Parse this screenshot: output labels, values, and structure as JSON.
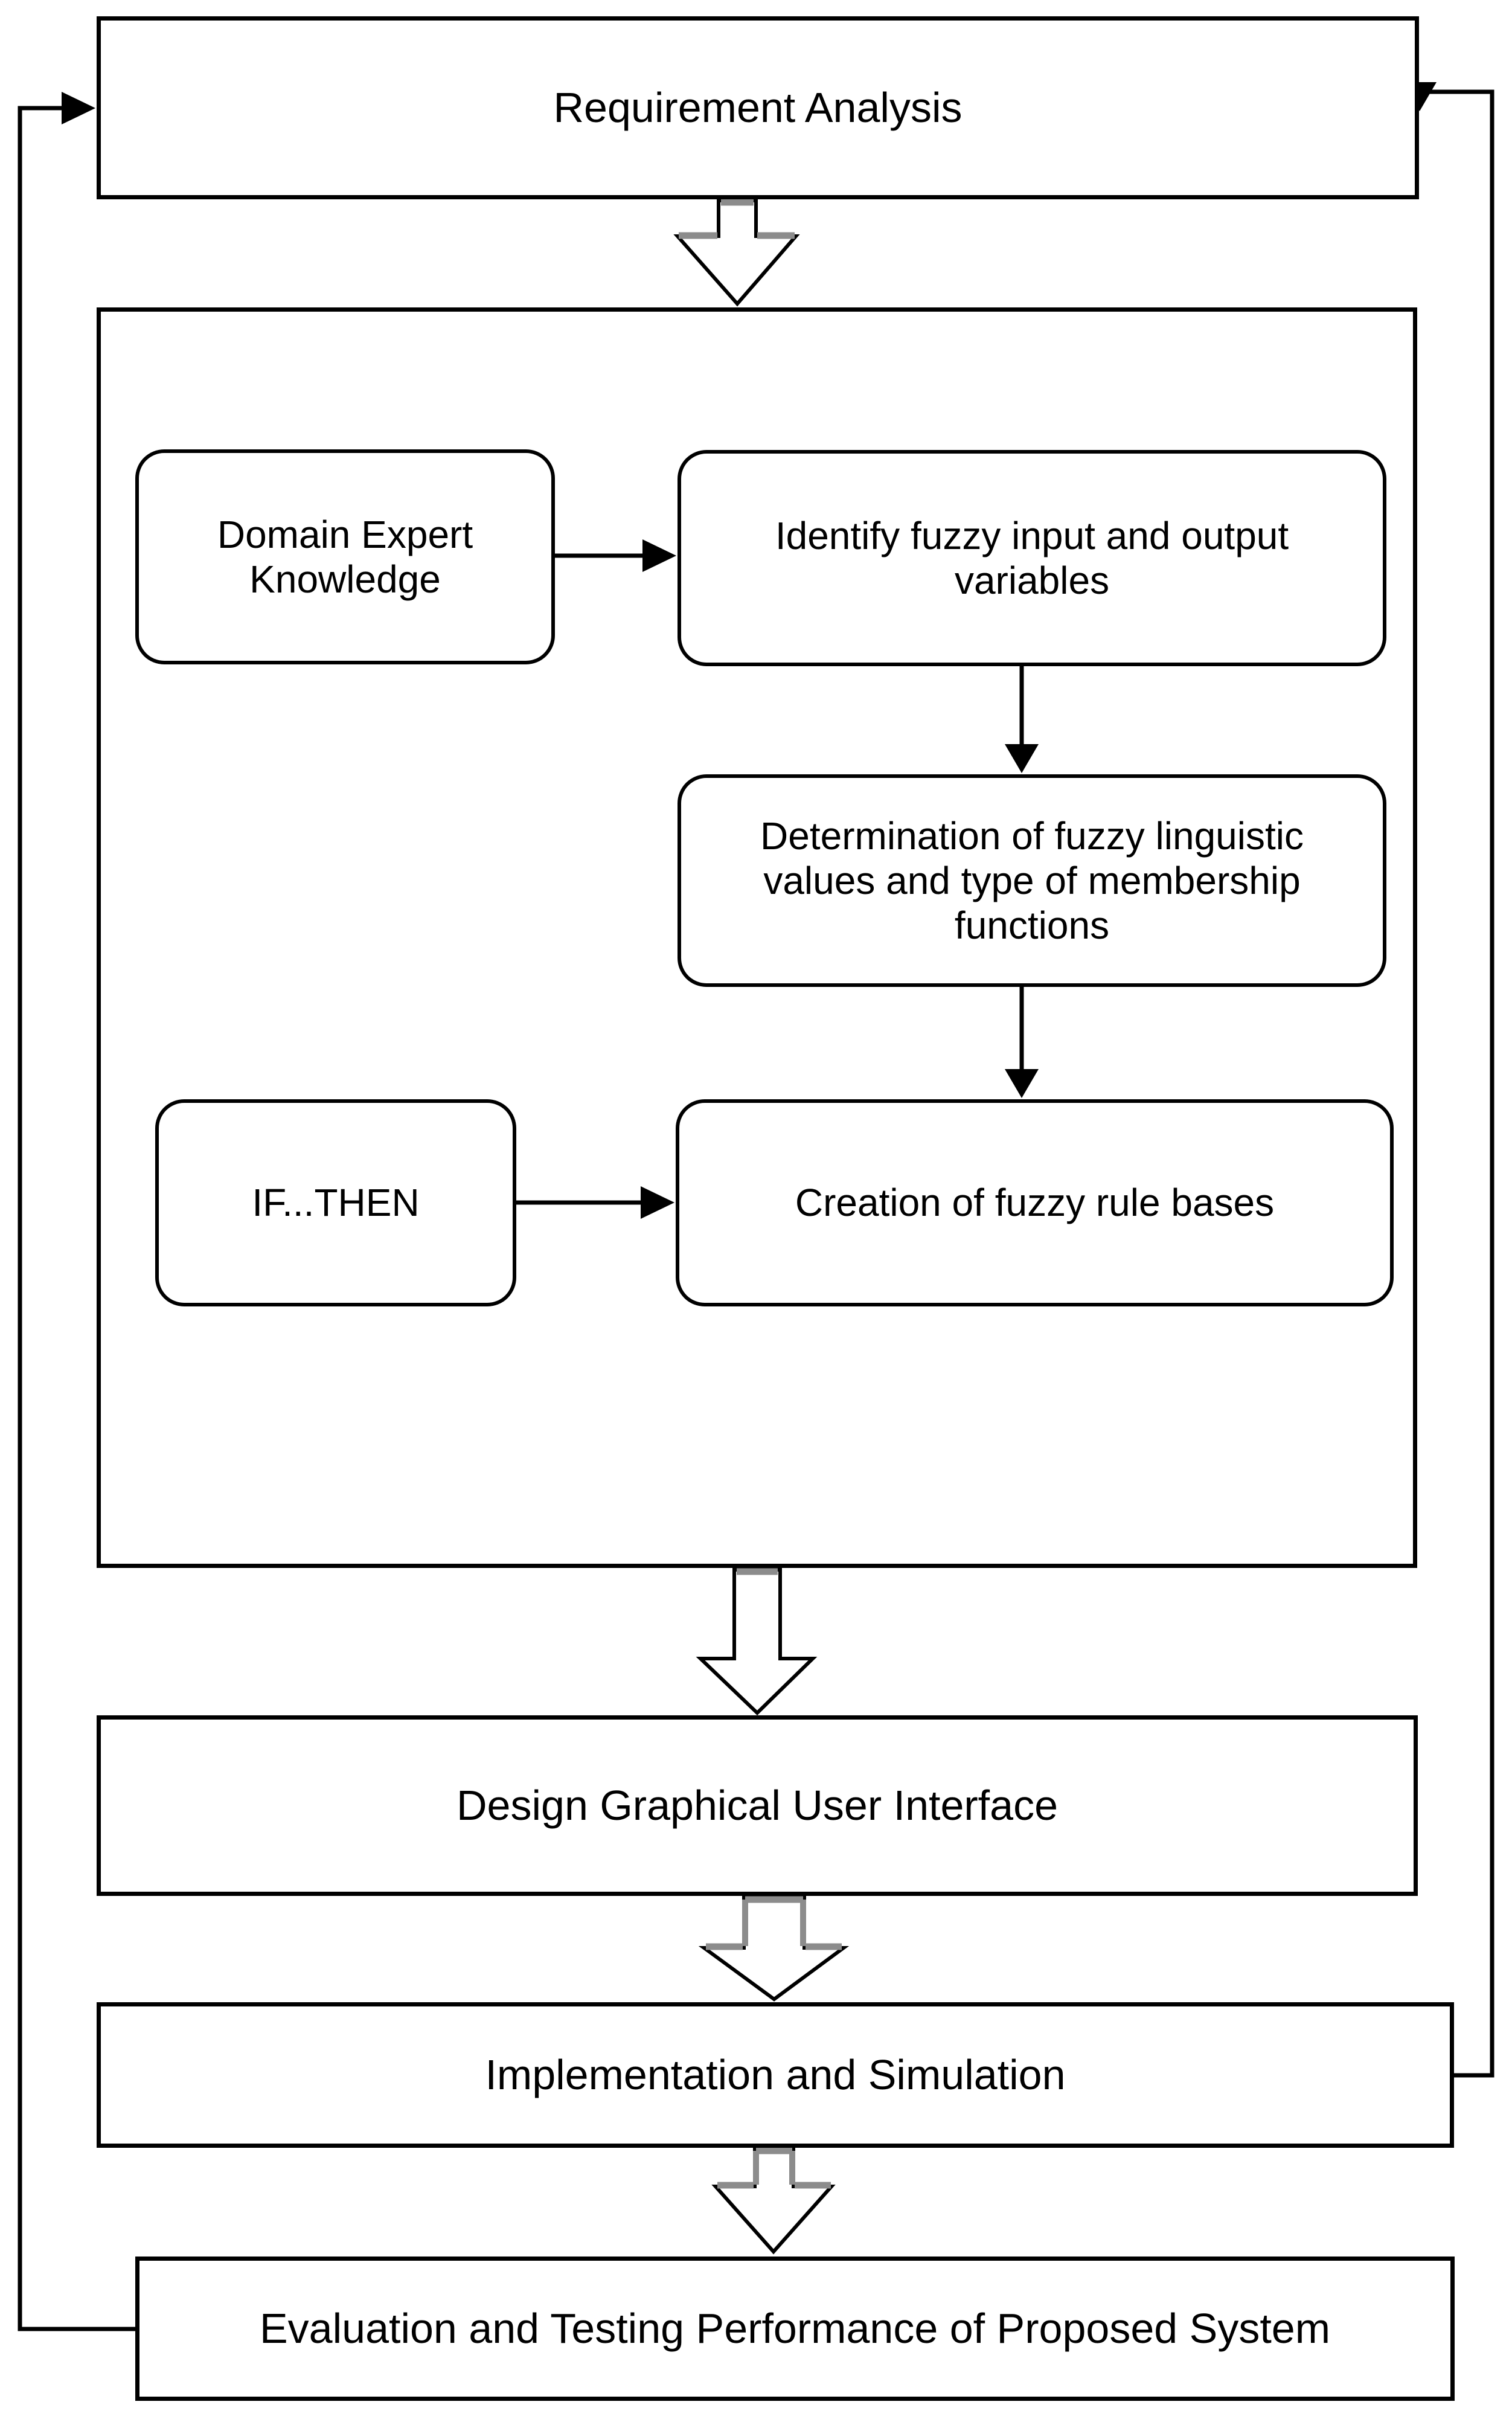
{
  "colors": {
    "background": "#ffffff",
    "stroke": "#000000",
    "arrow_accent_grey": "#8c8c8c"
  },
  "nodes": {
    "requirement_analysis": {
      "label": "Requirement Analysis",
      "shape": "rectangle"
    },
    "domain_expert_knowledge": {
      "label": "Domain Expert\nKnowledge",
      "shape": "rounded"
    },
    "identify_variables": {
      "label": "Identify fuzzy input and output\nvariables",
      "shape": "rounded"
    },
    "determination_membership": {
      "label": "Determination of fuzzy linguistic\nvalues and type of membership\nfunctions",
      "shape": "rounded"
    },
    "if_then": {
      "label": "IF...THEN",
      "shape": "rounded"
    },
    "creation_rule_bases": {
      "label": "Creation of fuzzy rule bases",
      "shape": "rounded"
    },
    "design_gui": {
      "label": "Design Graphical User Interface",
      "shape": "rectangle"
    },
    "implementation_simulation": {
      "label": "Implementation and Simulation",
      "shape": "rectangle"
    },
    "evaluation_testing": {
      "label": "Evaluation and Testing Performance of Proposed System",
      "shape": "rectangle"
    }
  },
  "edges": [
    {
      "from": "requirement_analysis",
      "to": "fuzzy_design_container",
      "type": "block-arrow-down"
    },
    {
      "from": "domain_expert_knowledge",
      "to": "identify_variables",
      "type": "arrow-right"
    },
    {
      "from": "identify_variables",
      "to": "determination_membership",
      "type": "arrow-down"
    },
    {
      "from": "determination_membership",
      "to": "creation_rule_bases",
      "type": "arrow-down"
    },
    {
      "from": "if_then",
      "to": "creation_rule_bases",
      "type": "arrow-right"
    },
    {
      "from": "fuzzy_design_container",
      "to": "design_gui",
      "type": "block-arrow-down"
    },
    {
      "from": "design_gui",
      "to": "implementation_simulation",
      "type": "block-arrow-down"
    },
    {
      "from": "implementation_simulation",
      "to": "evaluation_testing",
      "type": "block-arrow-down"
    },
    {
      "from": "implementation_simulation",
      "to": "requirement_analysis",
      "type": "feedback-line-right"
    },
    {
      "from": "evaluation_testing",
      "to": "requirement_analysis",
      "type": "feedback-line-left"
    }
  ]
}
